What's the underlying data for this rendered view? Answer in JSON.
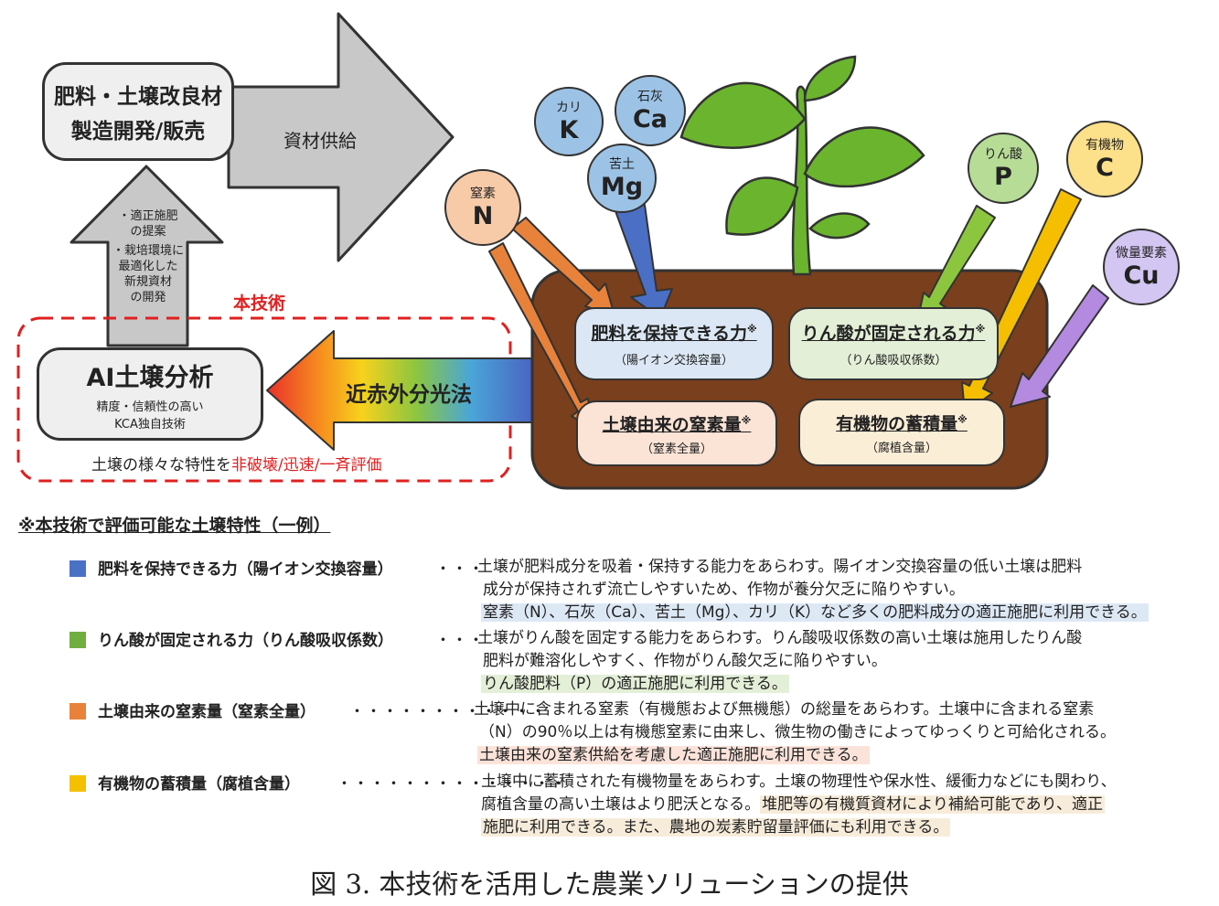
{
  "manufacturer_box": {
    "line1": "肥料・土壌改良材",
    "line2": "製造開発/販売"
  },
  "supply_arrow_label": "資材供給",
  "proposal_arrow": {
    "item1_line1": "・適正施肥",
    "item1_line2": "の提案",
    "item2_line1": "・栽培環境に",
    "item2_line2": "最適化した",
    "item2_line3": "新規資材",
    "item2_line4": "の開発"
  },
  "this_tech_label": "本技術",
  "ai_box": {
    "title": "AI土壌分析",
    "sub1": "精度・信頼性の高い",
    "sub2": "KCA独自技術"
  },
  "nir_label": "近赤外分光法",
  "eval_text": {
    "prefix": "土壌の様々な特性を",
    "highlight": "非破壊/迅速/一斉評価"
  },
  "nutrients": [
    {
      "name": "カリ",
      "symbol": "K"
    },
    {
      "name": "石灰",
      "symbol": "Ca"
    },
    {
      "name": "苦土",
      "symbol": "Mg"
    },
    {
      "name": "窒素",
      "symbol": "N"
    },
    {
      "name": "りん酸",
      "symbol": "P"
    },
    {
      "name": "有機物",
      "symbol": "C"
    },
    {
      "name": "微量要素",
      "symbol": "Cu"
    }
  ],
  "soil_boxes": [
    {
      "title": "肥料を保持できる力",
      "note": "※",
      "sub": "（陽イオン交換容量）"
    },
    {
      "title": "りん酸が固定される力",
      "note": "※",
      "sub": "（りん酸吸収係数）"
    },
    {
      "title": "土壌由来の窒素量",
      "note": "※",
      "sub": "（窒素全量）"
    },
    {
      "title": "有機物の蓄積量",
      "note": "※",
      "sub": "（腐植含量）"
    }
  ],
  "legend_heading": "※本技術で評価可能な土壌特性（一例）",
  "legend": [
    {
      "label": "肥料を保持できる力（陽イオン交換容量）",
      "dots": "・・・",
      "line1": "土壌が肥料成分を吸着・保持する能力をあらわす。陽イオン交換容量の低い土壌は肥料",
      "line2": "成分が保持されず流亡しやすいため、作物が養分欠乏に陥りやすい。",
      "line3": "窒素（N）、石灰（Ca）、苦土（Mg）、カリ（K）など多くの肥料成分の適正施肥に利用できる。"
    },
    {
      "label": "りん酸が固定される力（りん酸吸収係数）",
      "dots": "・・・",
      "line1": "土壌がりん酸を固定する能力をあらわす。りん酸吸収係数の高い土壌は施用したりん酸",
      "line2": "肥料が難溶化しやすく、作物がりん酸欠乏に陥りやすい。",
      "line3": "りん酸肥料（P）の適正施肥に利用できる。"
    },
    {
      "label": "土壌由来の窒素量（窒素全量）",
      "dots": "・・・・・・・・・・・・",
      "line1": "土壌中に含まれる窒素（有機態および無機態）の総量をあらわす。土壌中に含まれる窒素",
      "line2": "（N）の90％以上は有機態窒素に由来し、微生物の働きによってゆっくりと可給化される。",
      "line3": "土壌由来の窒素供給を考慮した適正施肥に利用できる。"
    },
    {
      "label": "有機物の蓄積量（腐植含量）",
      "dots": "・・・・・・・・・・・・・・",
      "line1": "土壌中に蓄積された有機物量をあらわす。土壌の物理性や保水性、緩衝力などにも関わり、",
      "line2a": "腐植含量の高い土壌はより肥沃となる。",
      "line2b": "堆肥等の有機質資材により補給可能であり、適正",
      "line3": "施肥に利用できる。また、農地の炭素貯留量評価にも利用できる。"
    }
  ],
  "colors": {
    "legend_blue": "#4a72c4",
    "legend_green": "#6fae3f",
    "legend_orange": "#e8823a",
    "legend_yellow": "#f5c000",
    "hl_blue": "#dde8f5",
    "hl_green": "#e4efd8",
    "hl_orange": "#fbe3da",
    "hl_yellow": "#f7ecda",
    "soil": "#7a3f1c",
    "red": "#e02020"
  },
  "caption": "図 3.  本技術を活用した農業ソリューションの提供"
}
